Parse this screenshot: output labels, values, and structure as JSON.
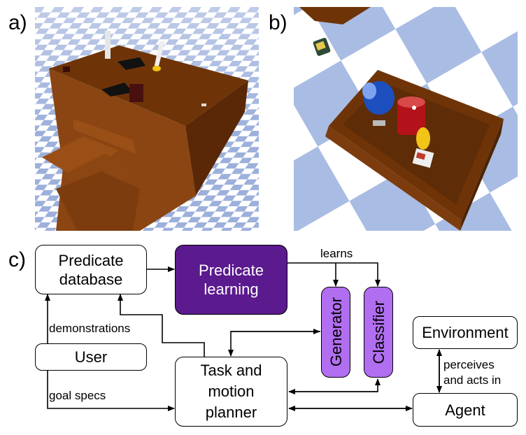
{
  "panels": {
    "a": "a)",
    "b": "b)",
    "c": "c)"
  },
  "nodes": {
    "predicate_database": "Predicate database",
    "predicate_learning": "Predicate learning",
    "generator": "Generator",
    "classifier": "Classifier",
    "user": "User",
    "task_motion_planner": "Task and motion planner",
    "environment": "Environment",
    "agent": "Agent"
  },
  "edges": {
    "learns": "learns",
    "demonstrations": "demonstrations",
    "goal_specs": "goal specs",
    "perceives": "perceives",
    "acts_in": "and acts in"
  },
  "colors": {
    "purple": "#5b1a8e",
    "lavender": "#b26ef0",
    "floor_blue": "#9db0dc",
    "wood": "#7a3d0c"
  }
}
